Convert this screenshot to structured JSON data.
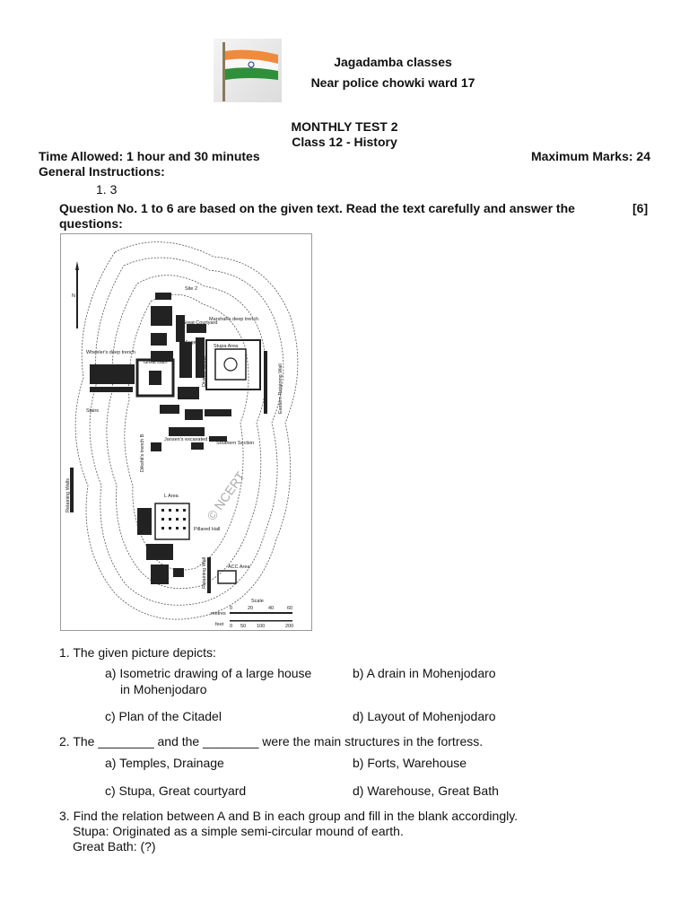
{
  "header": {
    "institute": "Jagadamba classes",
    "address": "Near police chowki ward 17",
    "test_title": "MONTHLY TEST 2",
    "class_subject": "Class 12 - History",
    "time_allowed": "Time Allowed: 1 hour and 30 minutes",
    "max_marks": "Maximum Marks: 24",
    "general_instructions": "General Instructions:",
    "instruction_item": "1. 3"
  },
  "passage": {
    "intro": "Question No. 1 to 6 are based on the given text. Read the text carefully and answer the questions:",
    "marks": "[6]"
  },
  "map": {
    "labels": {
      "site2": "Site 2",
      "great_courtyard": "Great Courtyard",
      "marshall": "Marshall's deep trench",
      "block6": "Block 6",
      "college": "College",
      "wheeler": "Wheeler's deep trench",
      "great_bath": "Great Bath",
      "stupa_area": "Stupa Area",
      "divinity_street": "Divinity Street",
      "eastern_wall": "Eastern Retaining Wall",
      "stairs": "Stairs",
      "dikshit": "Dikshit's trench B",
      "jansens": "Jansen's excavated well",
      "southern": "Southern Section",
      "retaining_walls": "Retaining Walls",
      "l_area": "L Area",
      "pillared_hall": "Pillared Hall",
      "retaining_wall": "Retaining Wall",
      "acc_area": "ACC Area",
      "scale": "Scale",
      "metres": "metres",
      "feet": "feet",
      "watermark": "© NCERT",
      "tick_m0": "0",
      "tick_m20": "20",
      "tick_m40": "40",
      "tick_m60": "60",
      "tick_f0": "0",
      "tick_f50": "50",
      "tick_f100": "100",
      "tick_f200": "200"
    }
  },
  "questions": [
    {
      "text": "1. The given picture depicts:",
      "options": {
        "a1": "a) Isometric drawing of a large house",
        "a2": "in Mohenjodaro",
        "b": "b) A drain in Mohenjodaro",
        "c": "c) Plan of the Citadel",
        "d": "d) Layout of Mohenjodaro"
      }
    },
    {
      "text": "2. The ________ and the ________ were the main structures in the fortress.",
      "options": {
        "a": "a) Temples, Drainage",
        "b": "b) Forts, Warehouse",
        "c": "c) Stupa, Great courtyard",
        "d": "d) Warehouse, Great Bath"
      }
    },
    {
      "text": "3. Find the relation between A and B in each group and fill in the blank accordingly.",
      "line2": "Stupa: Originated as a simple semi-circular mound of earth.",
      "line3": "Great Bath: (?)"
    }
  ],
  "colors": {
    "saffron": "#f08a3c",
    "green": "#2f8f3a",
    "navy": "#1e2f8a"
  }
}
